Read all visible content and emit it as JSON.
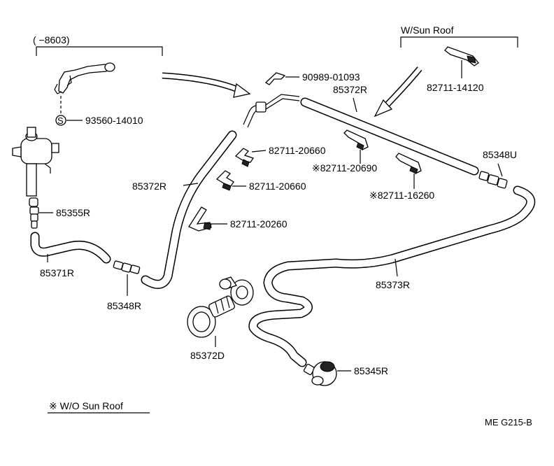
{
  "diagram_code": "ME G215-B",
  "groups": {
    "left_bracket": "(      −8603)",
    "sun_roof": "W/Sun Roof"
  },
  "note": "※ W/O Sun Roof",
  "parts": {
    "p93560": "93560-14010",
    "s_mark": "S",
    "p85355R": "85355R",
    "p85371R": "85371R",
    "p85348R": "85348R",
    "p85372R_left": "85372R",
    "p85372R_top": "85372R",
    "p90989": "90989-01093",
    "p82711_20660a": "82711-20660",
    "p82711_20660b": "82711-20660",
    "p82711_20260": "82711-20260",
    "p82711_20690": "※82711-20690",
    "p82711_16260": "※82711-16260",
    "p82711_14120": "82711-14120",
    "p85348U": "85348U",
    "p85373R": "85373R",
    "p85372D": "85372D",
    "p85345R": "85345R"
  }
}
